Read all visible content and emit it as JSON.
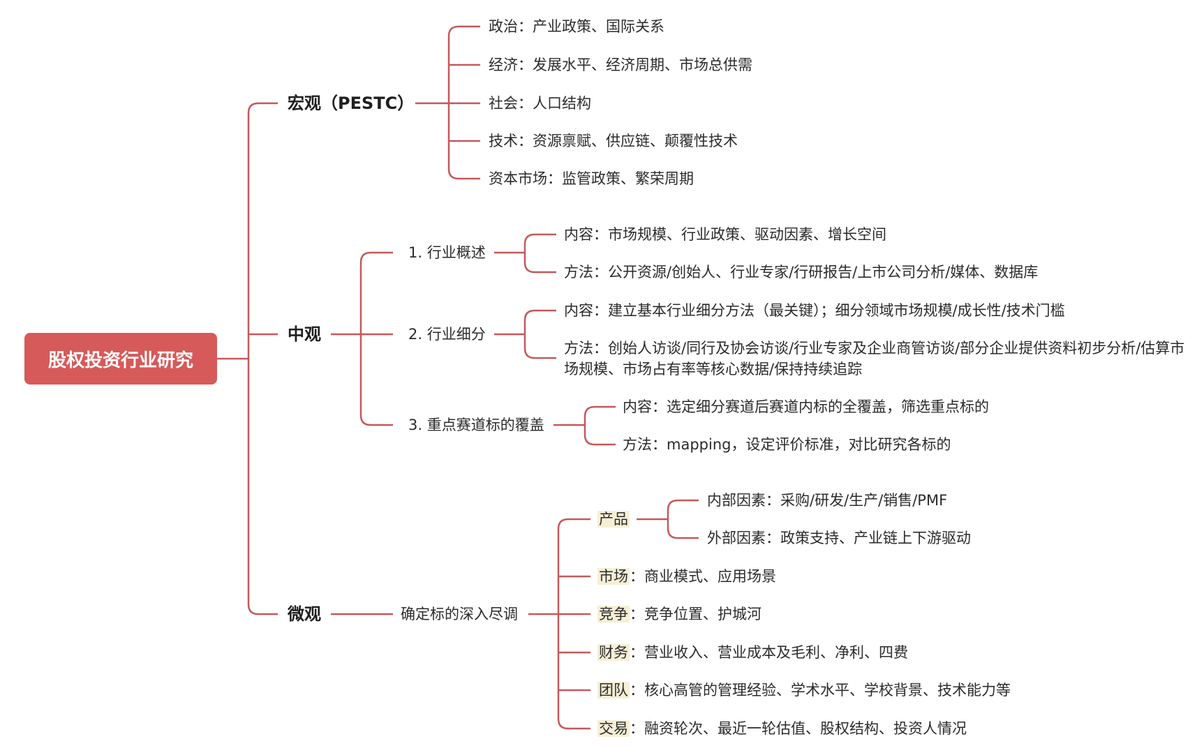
{
  "root": "股权投资行业研究",
  "macro": {
    "label": "宏观（PESTC）",
    "items": [
      "政治：产业政策、国际关系",
      "经济：发展水平、经济周期、市场总供需",
      "社会：人口结构",
      "技术：资源禀赋、供应链、颠覆性技术",
      "资本市场：监管政策、繁荣周期"
    ]
  },
  "meso": {
    "label": "中观",
    "b1": {
      "label": "1. 行业概述",
      "content": "内容：市场规模、行业政策、驱动因素、增长空间",
      "method": "方法：公开资源/创始人、行业专家/行研报告/上市公司分析/媒体、数据库"
    },
    "b2": {
      "label": "2. 行业细分",
      "content": "内容：建立基本行业细分方法（最关键）；细分领域市场规模/成长性/技术门槛",
      "method": "方法：创始人访谈/同行及协会访谈/行业专家及企业商管访谈/部分企业提供资料初步分析/估算市场规模、市场占有率等核心数据/保持持续追踪"
    },
    "b3": {
      "label": "3. 重点赛道标的覆盖",
      "content": "内容：选定细分赛道后赛道内标的全覆盖，筛选重点标的",
      "method": "方法：mapping，设定评价标准，对比研究各标的"
    }
  },
  "micro": {
    "label": "微观",
    "sub": "确定标的深入尽调",
    "product": {
      "label": "产品",
      "internal": "内部因素：采购/研发/生产/销售/PMF",
      "external": "外部因素：政策支持、产业链上下游驱动"
    },
    "market": {
      "key": "市场",
      "text": "：商业模式、应用场景"
    },
    "competition": {
      "key": "竞争",
      "text": "：竞争位置、护城河"
    },
    "finance": {
      "key": "财务",
      "text": "：营业收入、营业成本及毛利、净利、四费"
    },
    "team": {
      "key": "团队",
      "text": "：核心高管的管理经验、学术水平、学校背景、技术能力等"
    },
    "deal": {
      "key": "交易",
      "text": "：融资轮次、最近一轮估值、股权结构、投资人情况"
    }
  },
  "colors": {
    "line": "#c4595c",
    "root_bg": "#d65a5a",
    "highlight": "#f6efd6"
  }
}
